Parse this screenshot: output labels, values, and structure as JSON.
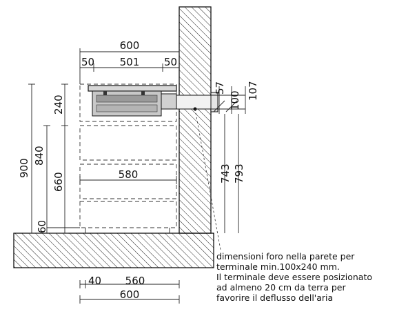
{
  "dimensions": {
    "top_width": "600",
    "left_margin": "50",
    "inner_width": "501",
    "right_margin": "50",
    "dim_57": "57",
    "dim_100": "100",
    "dim_107": "107",
    "dim_240": "240",
    "dim_900": "900",
    "dim_840": "840",
    "dim_660": "660",
    "dim_60": "60",
    "dim_580": "580",
    "dim_743": "743",
    "dim_793": "793",
    "bottom_40": "40",
    "bottom_560": "560",
    "bottom_600": "600"
  },
  "note": {
    "line1": "dimensioni foro nella parete per",
    "line2": "terminale min.100x240 mm.",
    "line3": "Il terminale deve essere posizionato",
    "line4": "ad almeno 20 cm da terra per",
    "line5": "favorire il deflusso dell'aria"
  }
}
